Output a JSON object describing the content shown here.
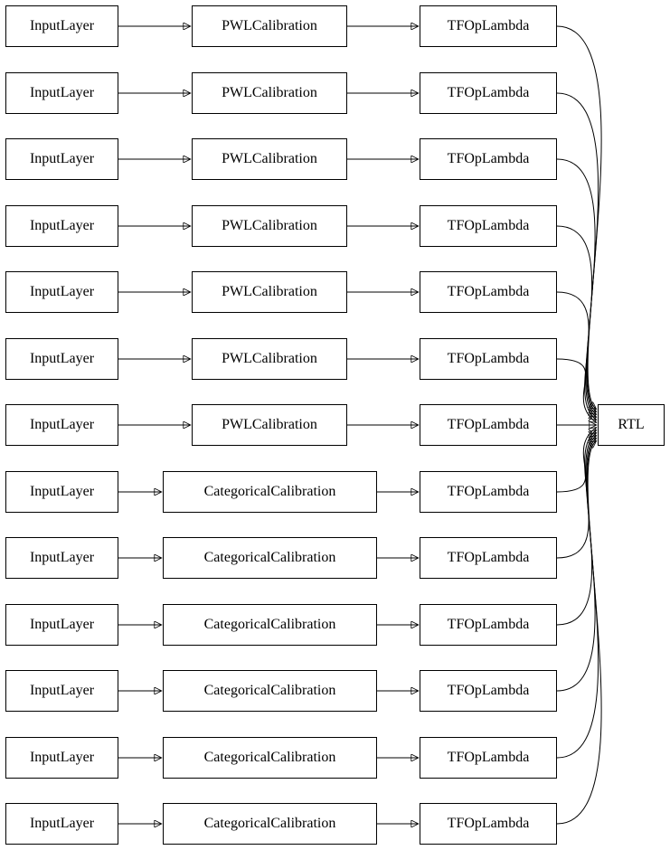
{
  "graph": {
    "rows": [
      {
        "input": "InputLayer",
        "calibration": "PWLCalibration",
        "op": "TFOpLambda"
      },
      {
        "input": "InputLayer",
        "calibration": "PWLCalibration",
        "op": "TFOpLambda"
      },
      {
        "input": "InputLayer",
        "calibration": "PWLCalibration",
        "op": "TFOpLambda"
      },
      {
        "input": "InputLayer",
        "calibration": "PWLCalibration",
        "op": "TFOpLambda"
      },
      {
        "input": "InputLayer",
        "calibration": "PWLCalibration",
        "op": "TFOpLambda"
      },
      {
        "input": "InputLayer",
        "calibration": "PWLCalibration",
        "op": "TFOpLambda"
      },
      {
        "input": "InputLayer",
        "calibration": "PWLCalibration",
        "op": "TFOpLambda"
      },
      {
        "input": "InputLayer",
        "calibration": "CategoricalCalibration",
        "op": "TFOpLambda"
      },
      {
        "input": "InputLayer",
        "calibration": "CategoricalCalibration",
        "op": "TFOpLambda"
      },
      {
        "input": "InputLayer",
        "calibration": "CategoricalCalibration",
        "op": "TFOpLambda"
      },
      {
        "input": "InputLayer",
        "calibration": "CategoricalCalibration",
        "op": "TFOpLambda"
      },
      {
        "input": "InputLayer",
        "calibration": "CategoricalCalibration",
        "op": "TFOpLambda"
      },
      {
        "input": "InputLayer",
        "calibration": "CategoricalCalibration",
        "op": "TFOpLambda"
      }
    ],
    "output": "RTL"
  }
}
